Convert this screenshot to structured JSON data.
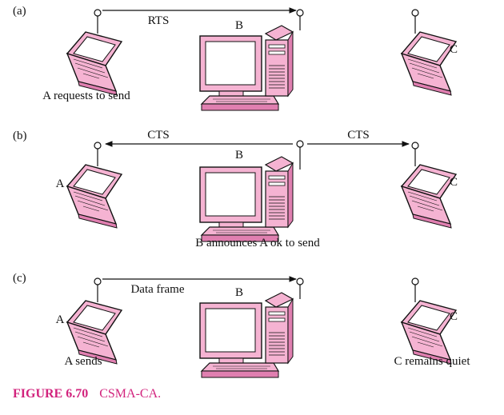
{
  "colors": {
    "device_fill": "#f5b3d2",
    "device_dark": "#e07fb0",
    "screen_fill": "#ffffff",
    "outline": "#111111",
    "caption_accent": "#d2237d"
  },
  "icons": {
    "laptop": "laptop-icon",
    "desktop": "desktop-computer-icon",
    "antenna": "antenna-icon",
    "arrow": "arrow-right-icon"
  },
  "panels": [
    {
      "label": "(a)",
      "arrows": [
        {
          "label": "RTS",
          "direction": "right"
        }
      ],
      "station_labels": {
        "left": "",
        "center": "B",
        "right": "C"
      },
      "captions": {
        "left": "A requests to send",
        "center": "",
        "right": ""
      }
    },
    {
      "label": "(b)",
      "arrows": [
        {
          "label": "CTS",
          "direction": "left"
        },
        {
          "label": "CTS",
          "direction": "right"
        }
      ],
      "station_labels": {
        "left": "A",
        "center": "B",
        "right": "C"
      },
      "captions": {
        "left": "",
        "center": "B announces A ok to send",
        "right": ""
      }
    },
    {
      "label": "(c)",
      "arrows": [
        {
          "label": "Data frame",
          "direction": "right"
        }
      ],
      "station_labels": {
        "left": "A",
        "center": "B",
        "right": "C"
      },
      "captions": {
        "left": "A sends",
        "center": "",
        "right": "C remains quiet"
      }
    }
  ],
  "figure": {
    "number": "FIGURE 6.70",
    "title": "CSMA-CA."
  }
}
